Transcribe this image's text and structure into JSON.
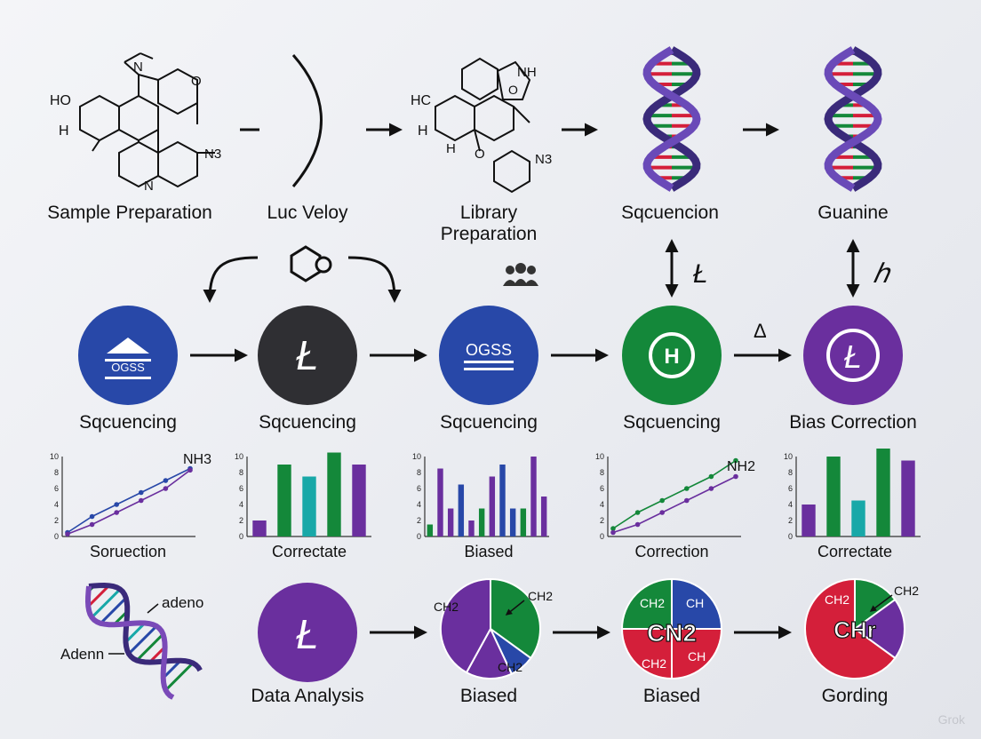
{
  "row1": {
    "labels": [
      "Sample Preparation",
      "Luc Veloy",
      "Library Preparation",
      "Sqcuencion",
      "Guanine"
    ],
    "molecule1_atoms": {
      "a": "HO",
      "b": "H",
      "c": "N",
      "d": "O",
      "e": "N3",
      "f": "N"
    },
    "molecule2_atoms": {
      "a": "HC",
      "b": "H",
      "c": "NH",
      "d": "O",
      "e": "H",
      "f": "O",
      "g": "N3"
    }
  },
  "row2": {
    "labels": [
      "Sqcuencing",
      "Sqcuencing",
      "Sqcuencing",
      "Sqcuencing",
      "Bias Correction"
    ],
    "circle_glyphs": [
      "OGSS",
      "Ł",
      "OGSS",
      "H",
      "Ł"
    ],
    "side_glyphs": {
      "hexagon": "O",
      "delta": "Δ",
      "sym1": "Ł",
      "sym2": "ℎ"
    }
  },
  "row3": {
    "labels": [
      "Soruection",
      "Correctate",
      "Biased",
      "Correction",
      "Correctate"
    ],
    "annotations": {
      "nh_a": "NH3",
      "nh_b": "NH2"
    }
  },
  "row4": {
    "labels": [
      "Data Analysis",
      "Biased",
      "Biased",
      "Gording"
    ],
    "dna_labels": {
      "adeno": "adeno",
      "adenn": "Adenn"
    },
    "circle_glyph": "Ł",
    "pie1_labels": {
      "a": "CH2",
      "b": "CH2",
      "c": "CH2"
    },
    "pie2_labels": {
      "center": "CN2",
      "tl": "CH2",
      "tr": "CH",
      "bl": "CH2",
      "br": "CH"
    },
    "pie3_labels": {
      "center": "CHr",
      "tl": "CH2",
      "tr": "CH2"
    }
  },
  "watermark": "Grok",
  "colors": {
    "blue": "#2848a8",
    "dark": "#2f2f33",
    "green": "#14883a",
    "purple": "#6a2f9e",
    "red": "#d41f3a",
    "teal": "#18a8a8"
  },
  "chart_data": [
    {
      "type": "line",
      "xlabel": "",
      "ylabel": "",
      "ylim": [
        0,
        10
      ],
      "yticks": [
        0,
        2,
        4,
        6,
        8,
        10
      ],
      "x": [
        0,
        1,
        2,
        3,
        4,
        5
      ],
      "series": [
        {
          "values": [
            0.5,
            2.5,
            4,
            5.5,
            7,
            8.5
          ]
        },
        {
          "values": [
            0.3,
            1.5,
            3,
            4.5,
            6,
            8.3
          ]
        }
      ],
      "title": ""
    },
    {
      "type": "bar",
      "ylim": [
        0,
        10
      ],
      "yticks": [
        0,
        2,
        4,
        6,
        8,
        10
      ],
      "values": [
        2,
        9,
        7.5,
        10.5,
        9
      ],
      "bar_colors": [
        "purple",
        "green",
        "teal",
        "green",
        "purple"
      ],
      "title": ""
    },
    {
      "type": "bar",
      "ylim": [
        0,
        10
      ],
      "yticks": [
        0,
        2,
        4,
        6,
        8,
        10
      ],
      "values": [
        1.5,
        8.5,
        3.5,
        6.5,
        2,
        3.5,
        7.5,
        9,
        3.5,
        3.5,
        10,
        5
      ],
      "bar_colors": [
        "green",
        "purple",
        "purple",
        "blue",
        "purple",
        "green",
        "purple",
        "blue",
        "blue",
        "green",
        "purple",
        "purple"
      ],
      "title": ""
    },
    {
      "type": "line",
      "ylim": [
        0,
        10
      ],
      "yticks": [
        0,
        2,
        4,
        6,
        8,
        10
      ],
      "x": [
        0,
        1,
        2,
        3,
        4,
        5
      ],
      "series": [
        {
          "values": [
            1,
            3,
            4.5,
            6,
            7.5,
            9.5
          ]
        },
        {
          "values": [
            0.5,
            1.5,
            3,
            4.5,
            6,
            7.5
          ]
        }
      ],
      "series_colors": [
        "green",
        "purple"
      ],
      "title": ""
    },
    {
      "type": "bar",
      "ylim": [
        0,
        10
      ],
      "yticks": [
        0,
        2,
        4,
        6,
        8,
        10
      ],
      "values": [
        4,
        10,
        4.5,
        11,
        9.5
      ],
      "bar_colors": [
        "purple",
        "green",
        "teal",
        "green",
        "purple"
      ],
      "title": ""
    },
    {
      "type": "pie",
      "values": [
        35,
        8,
        15,
        42
      ],
      "slice_colors": [
        "green",
        "blue",
        "purple",
        "purple"
      ]
    },
    {
      "type": "pie",
      "values": [
        25,
        25,
        25,
        25
      ],
      "slice_colors": [
        "blue",
        "red",
        "red",
        "green"
      ]
    },
    {
      "type": "pie",
      "values": [
        15,
        20,
        65
      ],
      "slice_colors": [
        "green",
        "purple",
        "red"
      ]
    }
  ]
}
